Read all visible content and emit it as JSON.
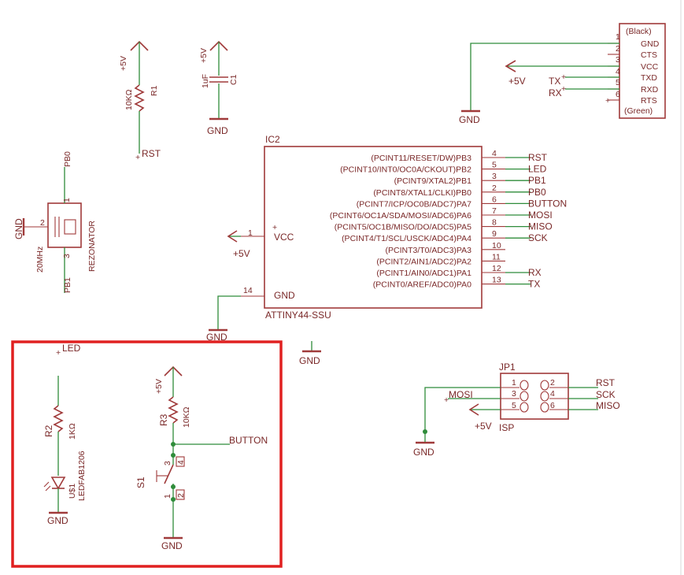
{
  "ftdi": {
    "top_label": "(Black)",
    "bottom_label": "(Green)",
    "pins": [
      {
        "num": "1",
        "name": "GND"
      },
      {
        "num": "2",
        "name": "CTS"
      },
      {
        "num": "3",
        "name": "VCC"
      },
      {
        "num": "4",
        "name": "TXD"
      },
      {
        "num": "5",
        "name": "RXD"
      },
      {
        "num": "6",
        "name": "RTS"
      }
    ],
    "tx_label": "TX",
    "rx_label": "RX",
    "vcc_label": "+5V",
    "gnd_label": "GND"
  },
  "r1": {
    "name": "R1",
    "value": "10KΩ",
    "supply": "+5V",
    "net": "RST"
  },
  "c1": {
    "name": "C1",
    "value": "1uF",
    "supply": "+5V",
    "gnd": "GND"
  },
  "resonator": {
    "net_top": "PB0",
    "net_bottom": "PB1",
    "gnd": "GND",
    "freq": "20MHz",
    "name": "REZONATOR",
    "pins": [
      "1",
      "2",
      "3"
    ]
  },
  "ic2": {
    "name": "IC2",
    "part": "ATTINY44-SSU",
    "vcc_pin_label": "VCC",
    "vcc_pin_num": "1",
    "gnd_pin_label": "GND",
    "gnd_pin_num": "14",
    "vcc_net": "+5V",
    "gnd_net": "GND",
    "pins": [
      {
        "label": "(PCINT11/RESET/DW)PB3",
        "num": "4",
        "net": "RST"
      },
      {
        "label": "(PCINT10/INT0/OC0A/CKOUT)PB2",
        "num": "5",
        "net": "LED"
      },
      {
        "label": "(PCINT9/XTAL2)PB1",
        "num": "3",
        "net": "PB1"
      },
      {
        "label": "(PCINT8/XTAL1/CLKI)PB0",
        "num": "2",
        "net": "PB0"
      },
      {
        "label": "(PCINT7/ICP/OC0B/ADC7)PA7",
        "num": "6",
        "net": "BUTTON"
      },
      {
        "label": "(PCINT6/OC1A/SDA/MOSI/ADC6)PA6",
        "num": "7",
        "net": "MOSI"
      },
      {
        "label": "(PCINT5/OC1B/MISO/DO/ADC5)PA5",
        "num": "8",
        "net": "MISO"
      },
      {
        "label": "(PCINT4/T1/SCL/USCK/ADC4)PA4",
        "num": "9",
        "net": "SCK"
      },
      {
        "label": "(PCINT3/T0/ADC3)PA3",
        "num": "10",
        "net": ""
      },
      {
        "label": "(PCINT2/AIN1/ADC2)PA2",
        "num": "11",
        "net": ""
      },
      {
        "label": "(PCINT1/AIN0/ADC1)PA1",
        "num": "12",
        "net": "RX"
      },
      {
        "label": "(PCINT0/AREF/ADC0)PA0",
        "num": "13",
        "net": "TX"
      }
    ]
  },
  "free_gnd": "GND",
  "jp1": {
    "name": "JP1",
    "part": "ISP",
    "pins_left": [
      "1",
      "3",
      "5"
    ],
    "pins_right": [
      "2",
      "4",
      "6"
    ],
    "net_mosi": "MOSI",
    "net_rst": "RST",
    "net_sck": "SCK",
    "net_miso": "MISO",
    "vcc": "+5V",
    "gnd": "GND"
  },
  "led_block": {
    "net": "LED",
    "r_name": "R2",
    "r_value": "1KΩ",
    "u_name": "U$1",
    "u_value": "LEDFAB1206",
    "gnd": "GND"
  },
  "button_block": {
    "supply": "+5V",
    "r_name": "R3",
    "r_value": "10KΩ",
    "net": "BUTTON",
    "s_name": "S1",
    "pins": [
      "3",
      "4",
      "1",
      "2"
    ],
    "gnd": "GND"
  },
  "colors": {
    "wire": "#2f8c3a",
    "part": "#a03a3a",
    "text": "#7a2828",
    "highlight": "#e02020"
  }
}
